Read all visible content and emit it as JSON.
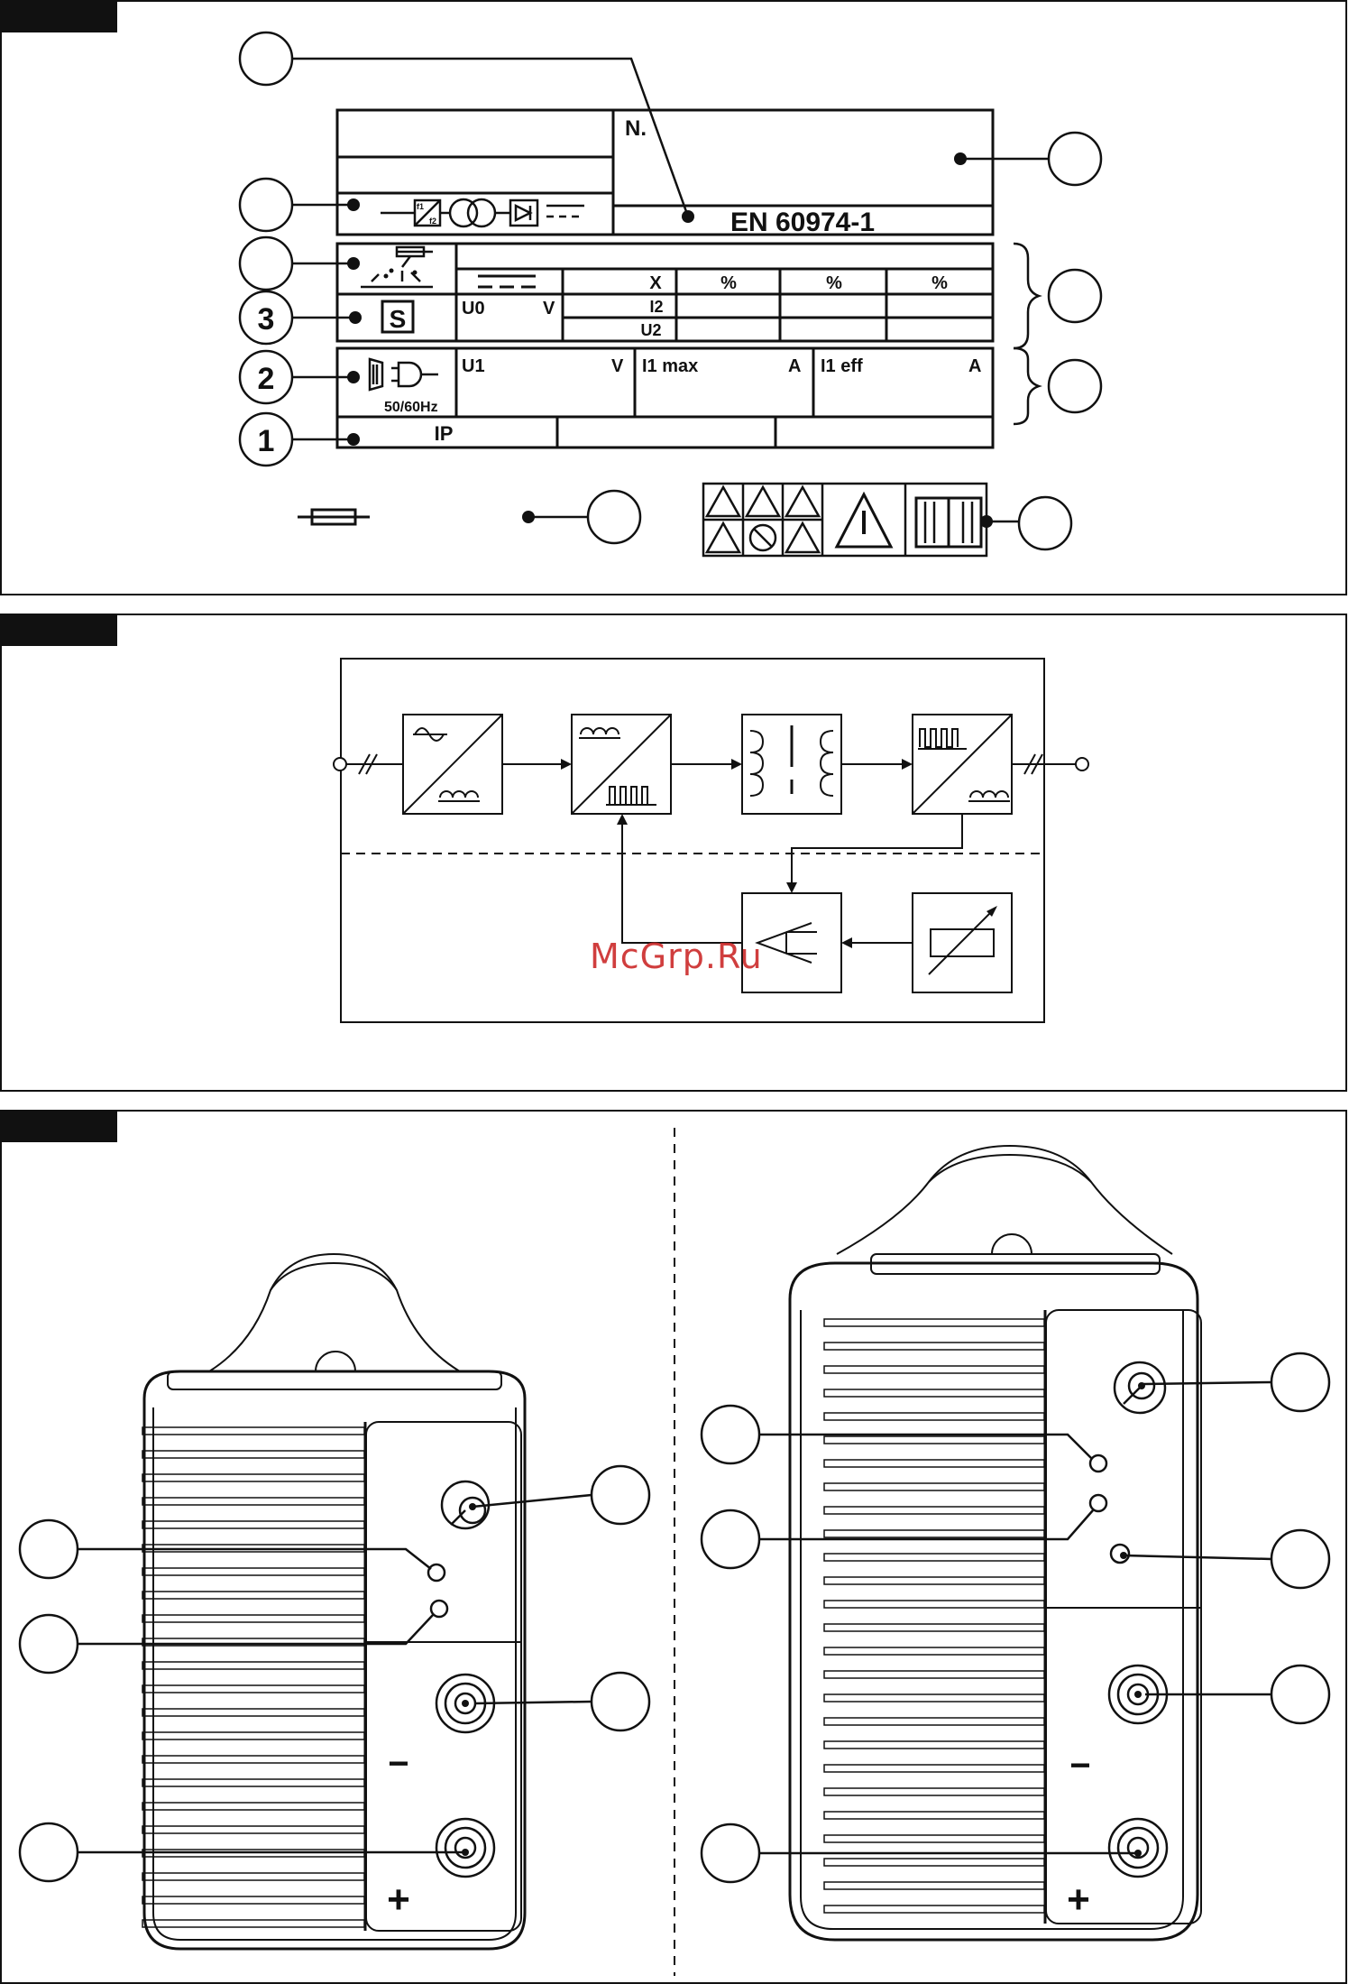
{
  "rating_plate": {
    "serial_label": "N.",
    "standard": "EN 60974-1",
    "col_x": "X",
    "pct": [
      "%",
      "%",
      "%"
    ],
    "u0_label": "U0",
    "volt_unit": "V",
    "i2_label": "I2",
    "u2_label": "U2",
    "s_symbol": "S",
    "u1_label": "U1",
    "i1max_label": "I1 max",
    "i1eff_label": "I1 eff",
    "amp_unit": "A",
    "freq_label": "50/60Hz",
    "ip_label": "IP",
    "f1f2": [
      "f1",
      "f2"
    ]
  },
  "callouts": {
    "numbered": [
      "3",
      "2",
      "1"
    ]
  },
  "watermark": "McGrp.Ru",
  "front_panel": {
    "minus_symbol": "−",
    "plus_symbol": "+"
  }
}
